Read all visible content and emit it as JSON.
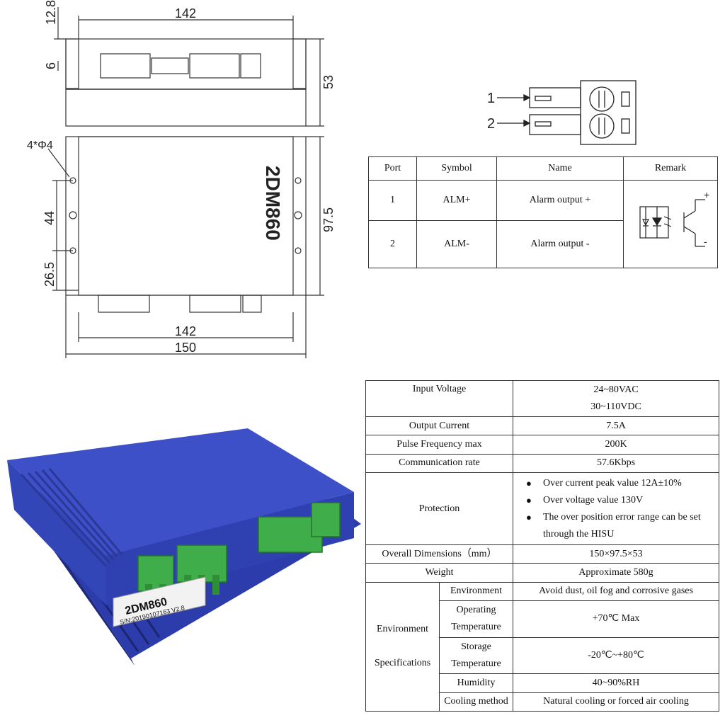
{
  "drawing": {
    "dim_top_width": "142",
    "dim_height_12_8": "12.8",
    "dim_6": "6",
    "dim_53": "53",
    "dim_hole": "4*Φ4",
    "dim_44": "44",
    "dim_26_5": "26.5",
    "dim_97_5": "97.5",
    "dim_bottom_142": "142",
    "dim_150": "150",
    "model_label": "2DM860"
  },
  "connector": {
    "pin1": "1",
    "pin2": "2"
  },
  "alarm_table": {
    "headers": [
      "Port",
      "Symbol",
      "Name",
      "Remark"
    ],
    "rows": [
      {
        "port": "1",
        "symbol": "ALM+",
        "name": "Alarm output +"
      },
      {
        "port": "2",
        "symbol": "ALM-",
        "name": "Alarm output -"
      }
    ],
    "remark_plus": "+",
    "remark_minus": "-"
  },
  "photo": {
    "model": "2DM860",
    "serial": "S/N:20190107163 V2.8"
  },
  "spec_table": {
    "input_voltage_label": "Input Voltage",
    "input_voltage_ac": "24~80VAC",
    "input_voltage_dc": "30~110VDC",
    "output_current_label": "Output Current",
    "output_current": "7.5A",
    "pulse_freq_label": "Pulse Frequency max",
    "pulse_freq": "200K",
    "comm_rate_label": "Communication rate",
    "comm_rate": "57.6Kbps",
    "protection_label": "Protection",
    "protection_items": [
      "Over current peak value 12A±10%",
      "Over voltage value 130V",
      "The over position error range can be set through the HISU"
    ],
    "dimensions_label": "Overall Dimensions（mm）",
    "dimensions": "150×97.5×53",
    "weight_label": "Weight",
    "weight": "Approximate 580g",
    "env_label_1": "Environment",
    "env_label_2": "Specifications",
    "env_rows": [
      {
        "label": "Environment",
        "value": "Avoid dust, oil fog and corrosive gases"
      },
      {
        "label": "Operating Temperature",
        "value": "+70℃ Max"
      },
      {
        "label": "Storage Temperature",
        "value": "-20℃~+80℃"
      },
      {
        "label": "Humidity",
        "value": "40~90%RH"
      },
      {
        "label": "Cooling method",
        "value": "Natural cooling or forced air cooling"
      }
    ]
  }
}
